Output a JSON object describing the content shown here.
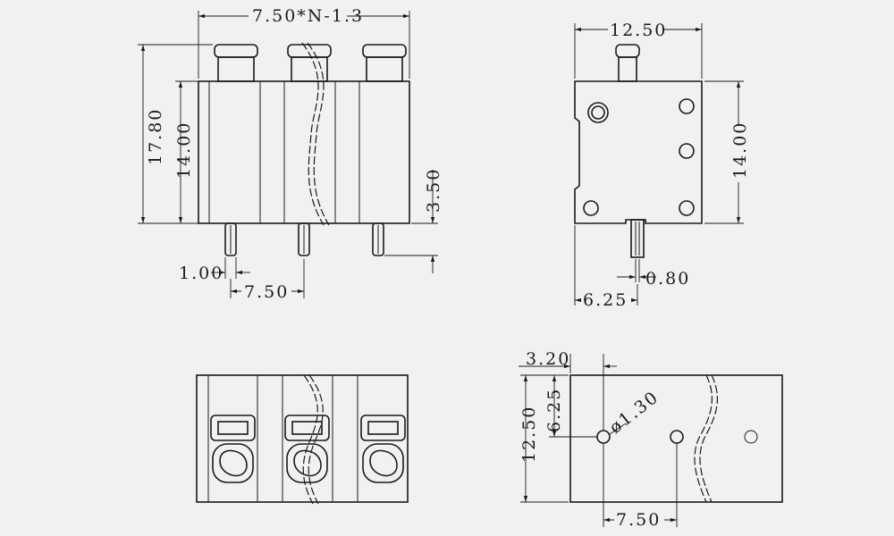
{
  "dimensions": {
    "total_width": "7.50*N-1.3",
    "height_total": "17.80",
    "height_body": "14.00",
    "pin_length": "3.50",
    "pin_width": "1.00",
    "pitch": "7.50",
    "side_width": "12.50",
    "side_height": "14.00",
    "pin_thickness": "0.80",
    "pin_offset": "6.25",
    "hole_edge_offset": "3.20",
    "hole_row_offset": "6.25",
    "bottom_depth": "12.50",
    "hole_diameter": "ø1.30",
    "hole_pitch": "7.50"
  }
}
